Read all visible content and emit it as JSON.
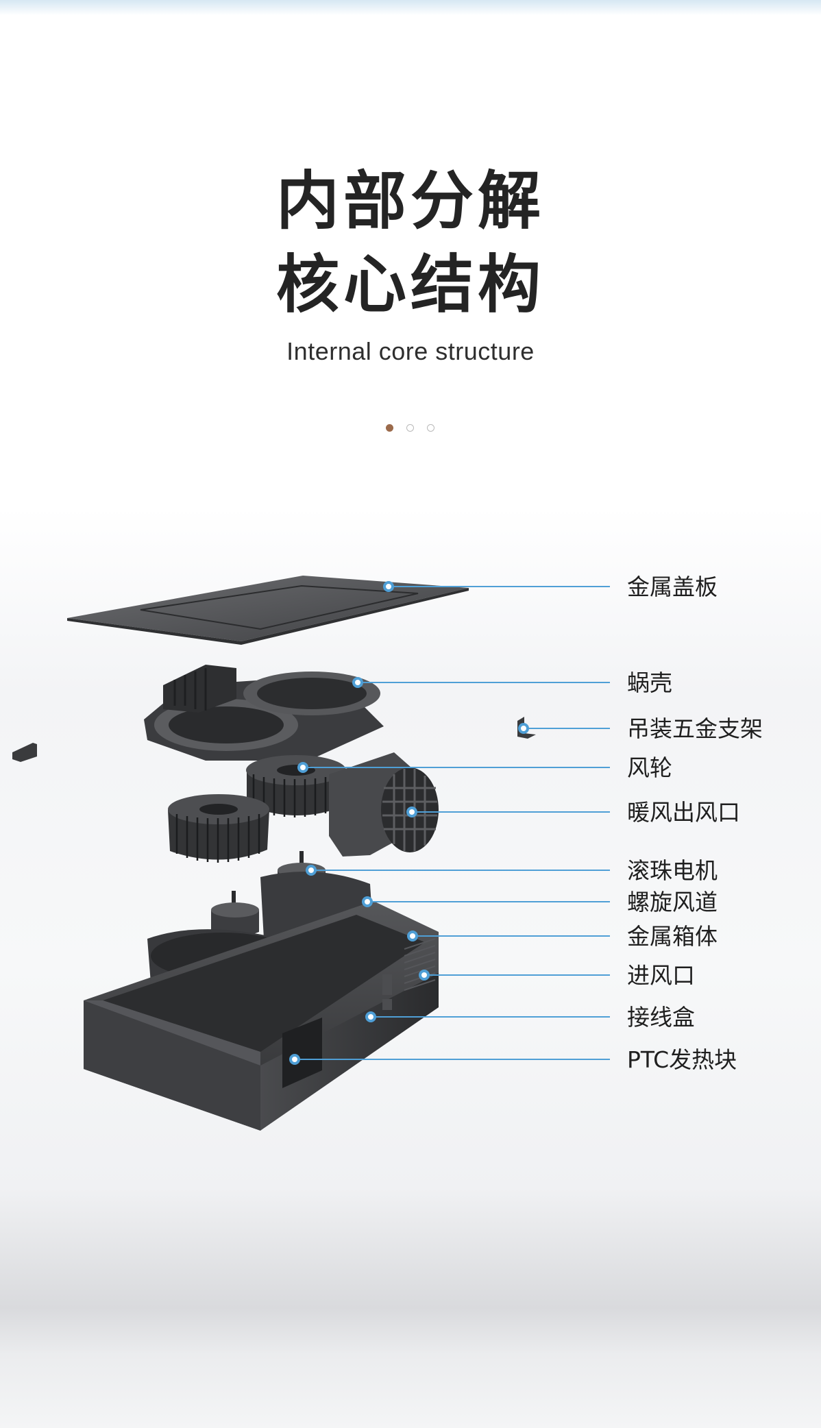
{
  "header": {
    "title_line1": "内部分解",
    "title_line2": "核心结构",
    "subtitle": "Internal core structure"
  },
  "pager": {
    "count": 3,
    "active": 0,
    "active_color": "#9b6a4b"
  },
  "colors": {
    "leader": "#4f9fd6",
    "part": "#3a3b3d",
    "label": "#1f1f1f"
  },
  "parts": [
    {
      "label": "金属盖板",
      "icon": "metal-cover-plate"
    },
    {
      "label": "蜗壳",
      "icon": "volute-housing"
    },
    {
      "label": "吊装五金支架",
      "icon": "hanging-bracket"
    },
    {
      "label": "风轮",
      "icon": "fan-wheel"
    },
    {
      "label": "暖风出风口",
      "icon": "warm-air-outlet"
    },
    {
      "label": "滚珠电机",
      "icon": "ball-bearing-motor"
    },
    {
      "label": "螺旋风道",
      "icon": "spiral-air-duct"
    },
    {
      "label": "金属箱体",
      "icon": "metal-box"
    },
    {
      "label": "进风口",
      "icon": "air-inlet"
    },
    {
      "label": "接线盒",
      "icon": "junction-box"
    },
    {
      "label": "PTC发热块",
      "icon": "ptc-heating-block"
    }
  ]
}
